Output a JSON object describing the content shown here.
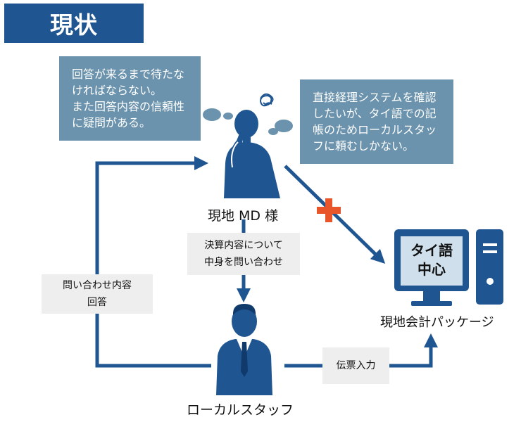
{
  "title": "現状",
  "bubbles": {
    "left": [
      "回答が来るまで待たな",
      "ければならない。",
      "また回答内容の信頼性",
      "に疑問がある。"
    ],
    "right": [
      "直接経理システムを確認",
      "したいが、タイ語での記",
      "帳のためローカルスタッ",
      "フに頼むしかない。"
    ]
  },
  "nodes": {
    "md": "現地 MD 様",
    "staff": "ローカルスタッフ",
    "package": "現地会計パッケージ",
    "screen": [
      "タイ語",
      "中心"
    ]
  },
  "edge_labels": {
    "ask": [
      "決算内容について",
      "中身を問い合わせ"
    ],
    "answer": [
      "問い合わせ内容",
      "回答"
    ],
    "entry": "伝票入力"
  },
  "colors": {
    "navy": "#1f5591",
    "bubble": "#6b93ad",
    "screen": "#cfe0ec",
    "cross": "#e8552a",
    "label_bg": "#eeeeee"
  }
}
